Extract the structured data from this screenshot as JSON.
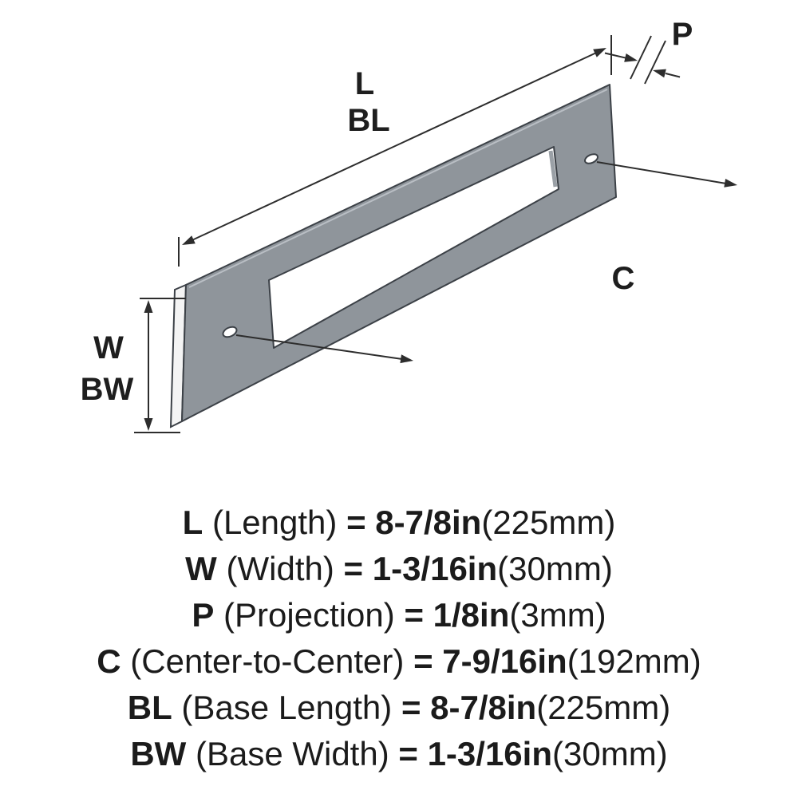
{
  "diagram": {
    "labels": {
      "length": "L",
      "base_length": "BL",
      "projection": "P",
      "center_to_center": "C",
      "width": "W",
      "base_width": "BW"
    }
  },
  "legend": {
    "rows": [
      {
        "key": "L",
        "name": "(Length)",
        "eq": "=",
        "value": "8-7/8in",
        "metric": "(225mm)"
      },
      {
        "key": "W",
        "name": "(Width)",
        "eq": "=",
        "value": "1-3/16in",
        "metric": "(30mm)"
      },
      {
        "key": "P",
        "name": "(Projection)",
        "eq": "=",
        "value": "1/8in",
        "metric": "(3mm)"
      },
      {
        "key": "C",
        "name": "(Center-to-Center)",
        "eq": "=",
        "value": "7-9/16in",
        "metric": "(192mm)"
      },
      {
        "key": "BL",
        "name": "(Base Length)",
        "eq": "=",
        "value": "8-7/8in",
        "metric": "(225mm)"
      },
      {
        "key": "BW",
        "name": "(Base Width)",
        "eq": "=",
        "value": "1-3/16in",
        "metric": "(30mm)"
      }
    ]
  },
  "colors": {
    "background": "#ffffff",
    "plate_fill": "#8f959b",
    "plate_left_face_fill": "#f4f4f4",
    "plate_edge": "#3c4147",
    "slot_fill": "#ffffff",
    "hole_fill": "#ffffff",
    "dimension_line": "#2d2d2d",
    "text": "#1e1e1e"
  }
}
